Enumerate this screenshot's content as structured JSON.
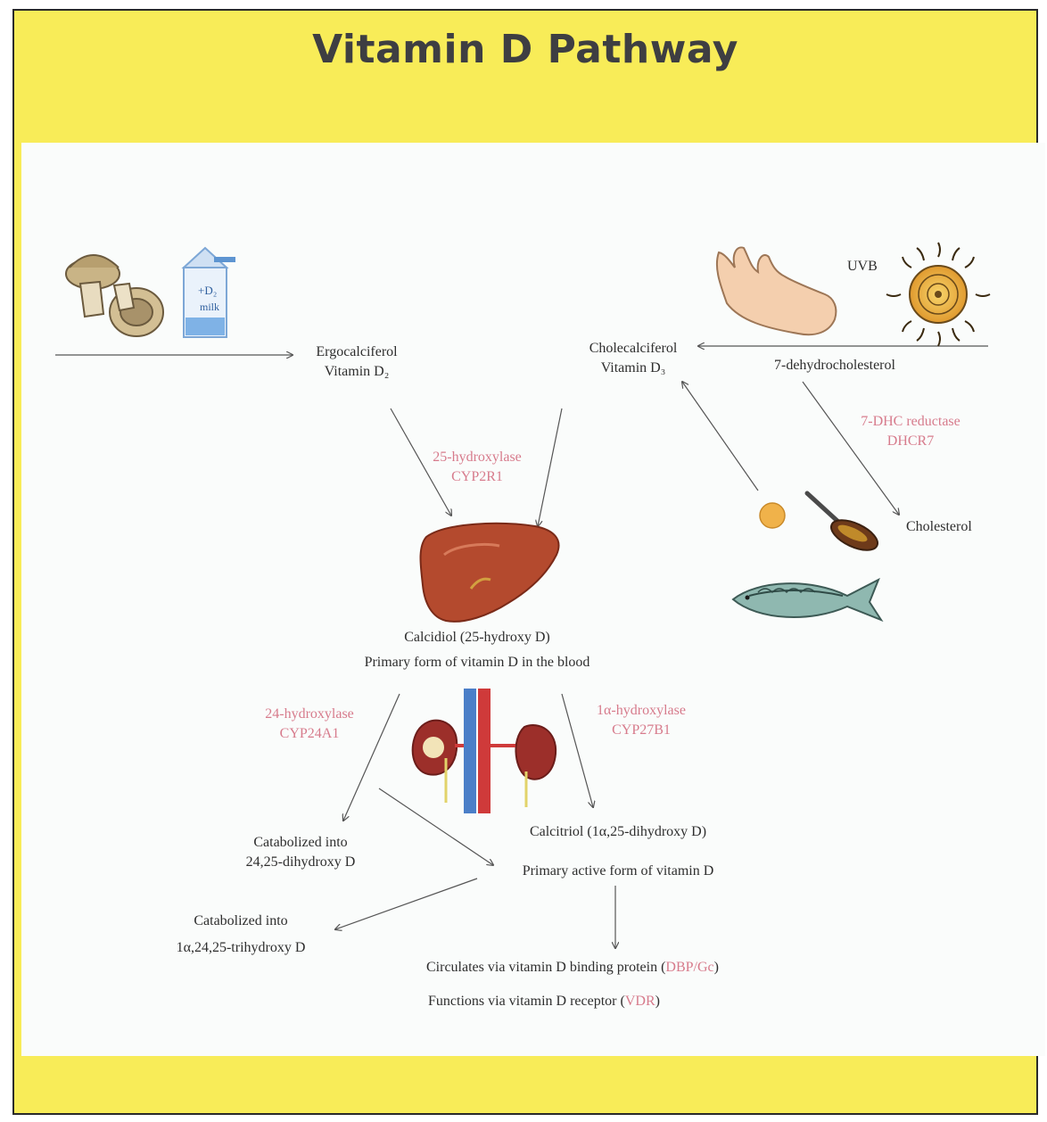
{
  "title": "Vitamin D Pathway",
  "sources": {
    "milk_label": "+D₂\nmilk",
    "uvb": "UVB"
  },
  "nodes": {
    "ergocalciferol": [
      "Ergocalciferol",
      "Vitamin D₂"
    ],
    "cholecalciferol": [
      "Cholecalciferol",
      "Vitamin D₃"
    ],
    "dehydrocholesterol": "7-dehydrocholesterol",
    "cholesterol": "Cholesterol",
    "calcidiol": [
      "Calcidiol (25-hydroxy D)",
      "Primary form of vitamin D in the blood"
    ],
    "calcitriol": [
      "Calcitriol (1α,25-dihydroxy D)",
      "Primary active form of vitamin D"
    ],
    "catabolized_24_25": [
      "Catabolized into",
      "24,25-dihydroxy D"
    ],
    "catabolized_1_24_25": [
      "Catabolized into",
      "1α,24,25-trihydroxy D"
    ],
    "circulates": {
      "text": "Circulates via vitamin D binding protein (",
      "highlight": "DBP/Gc",
      "end": ")"
    },
    "functions": {
      "text": "Functions via vitamin D receptor (",
      "highlight": "VDR",
      "end": ")"
    }
  },
  "enzymes": {
    "liver": [
      "25-hydroxylase",
      "CYP2R1"
    ],
    "dhcr7": [
      "7-DHC reductase",
      "DHCR7"
    ],
    "cyp24": [
      "24-hydroxylase",
      "CYP24A1"
    ],
    "cyp27": [
      "1α-hydroxylase",
      "CYP27B1"
    ]
  },
  "colors": {
    "background": "#f8ec58",
    "panel": "#fafcfb",
    "enzyme_text": "#d77b8c",
    "label_text": "#2e2e2e"
  },
  "icons": [
    "mushroom-icon",
    "milk-carton-icon",
    "hand-icon",
    "sun-icon",
    "liver-icon",
    "kidney-icon",
    "egg-yolk-icon",
    "spoon-fish-oil-icon",
    "fish-icon"
  ]
}
